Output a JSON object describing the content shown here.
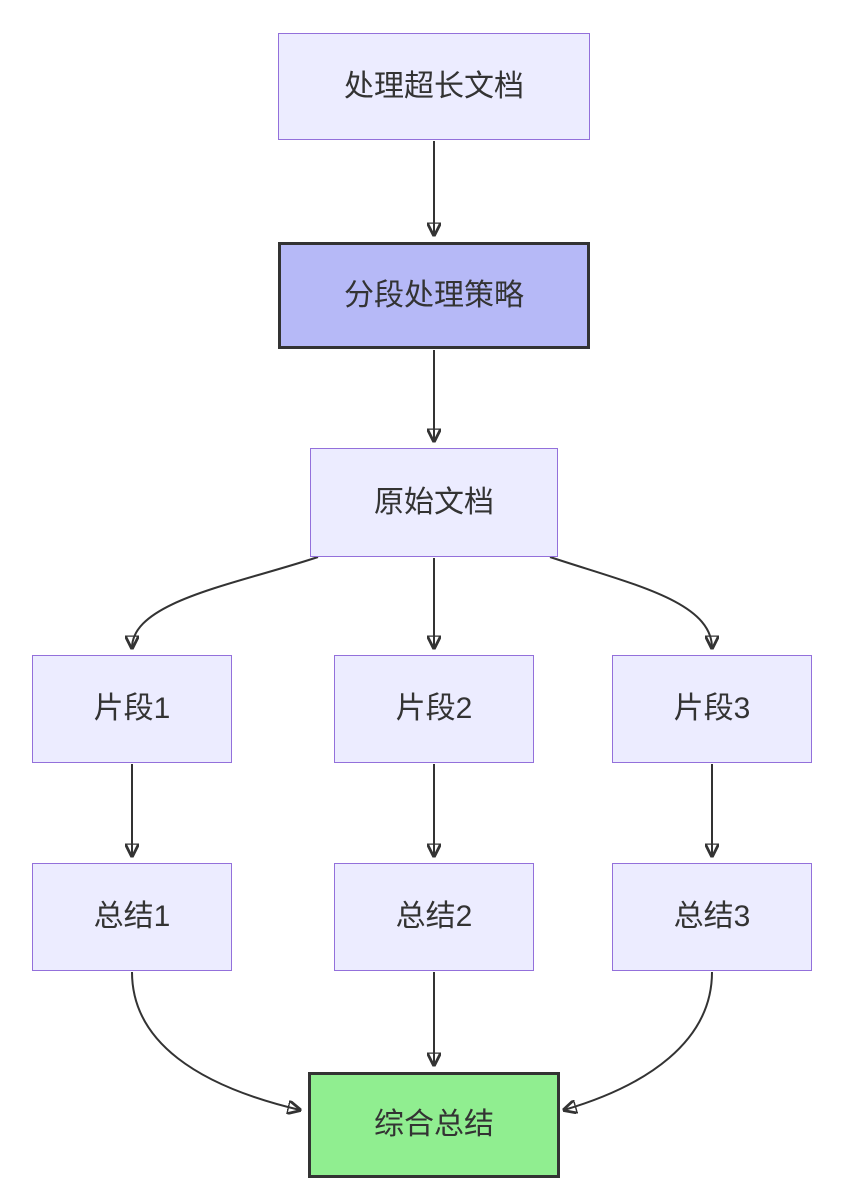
{
  "diagram": {
    "type": "flowchart",
    "direction": "top-down",
    "nodes": [
      {
        "id": "A",
        "label": "处理超长文档",
        "style": "default"
      },
      {
        "id": "B",
        "label": "分段处理策略",
        "style": "emphasis"
      },
      {
        "id": "C",
        "label": "原始文档",
        "style": "default"
      },
      {
        "id": "D",
        "label": "片段1",
        "style": "default"
      },
      {
        "id": "E",
        "label": "片段2",
        "style": "default"
      },
      {
        "id": "F",
        "label": "片段3",
        "style": "default"
      },
      {
        "id": "G",
        "label": "总结1",
        "style": "default"
      },
      {
        "id": "H",
        "label": "总结2",
        "style": "default"
      },
      {
        "id": "I",
        "label": "总结3",
        "style": "default"
      },
      {
        "id": "J",
        "label": "综合总结",
        "style": "success"
      }
    ],
    "edges": [
      {
        "from": "处理超长文档",
        "to": "分段处理策略"
      },
      {
        "from": "分段处理策略",
        "to": "原始文档"
      },
      {
        "from": "原始文档",
        "to": "片段1"
      },
      {
        "from": "原始文档",
        "to": "片段2"
      },
      {
        "from": "原始文档",
        "to": "片段3"
      },
      {
        "from": "片段1",
        "to": "总结1"
      },
      {
        "from": "片段2",
        "to": "总结2"
      },
      {
        "from": "片段3",
        "to": "总结3"
      },
      {
        "from": "总结1",
        "to": "综合总结"
      },
      {
        "from": "总结2",
        "to": "综合总结"
      },
      {
        "from": "总结3",
        "to": "综合总结"
      }
    ],
    "colors": {
      "node_fill": "#ECECFF",
      "node_border": "#9370DB",
      "emphasis_fill": "#B6B9F7",
      "emphasis_border": "#333333",
      "success_fill": "#90EE90",
      "success_border": "#333333",
      "edge": "#333333",
      "text": "#333333",
      "background": "#FFFFFF"
    }
  }
}
